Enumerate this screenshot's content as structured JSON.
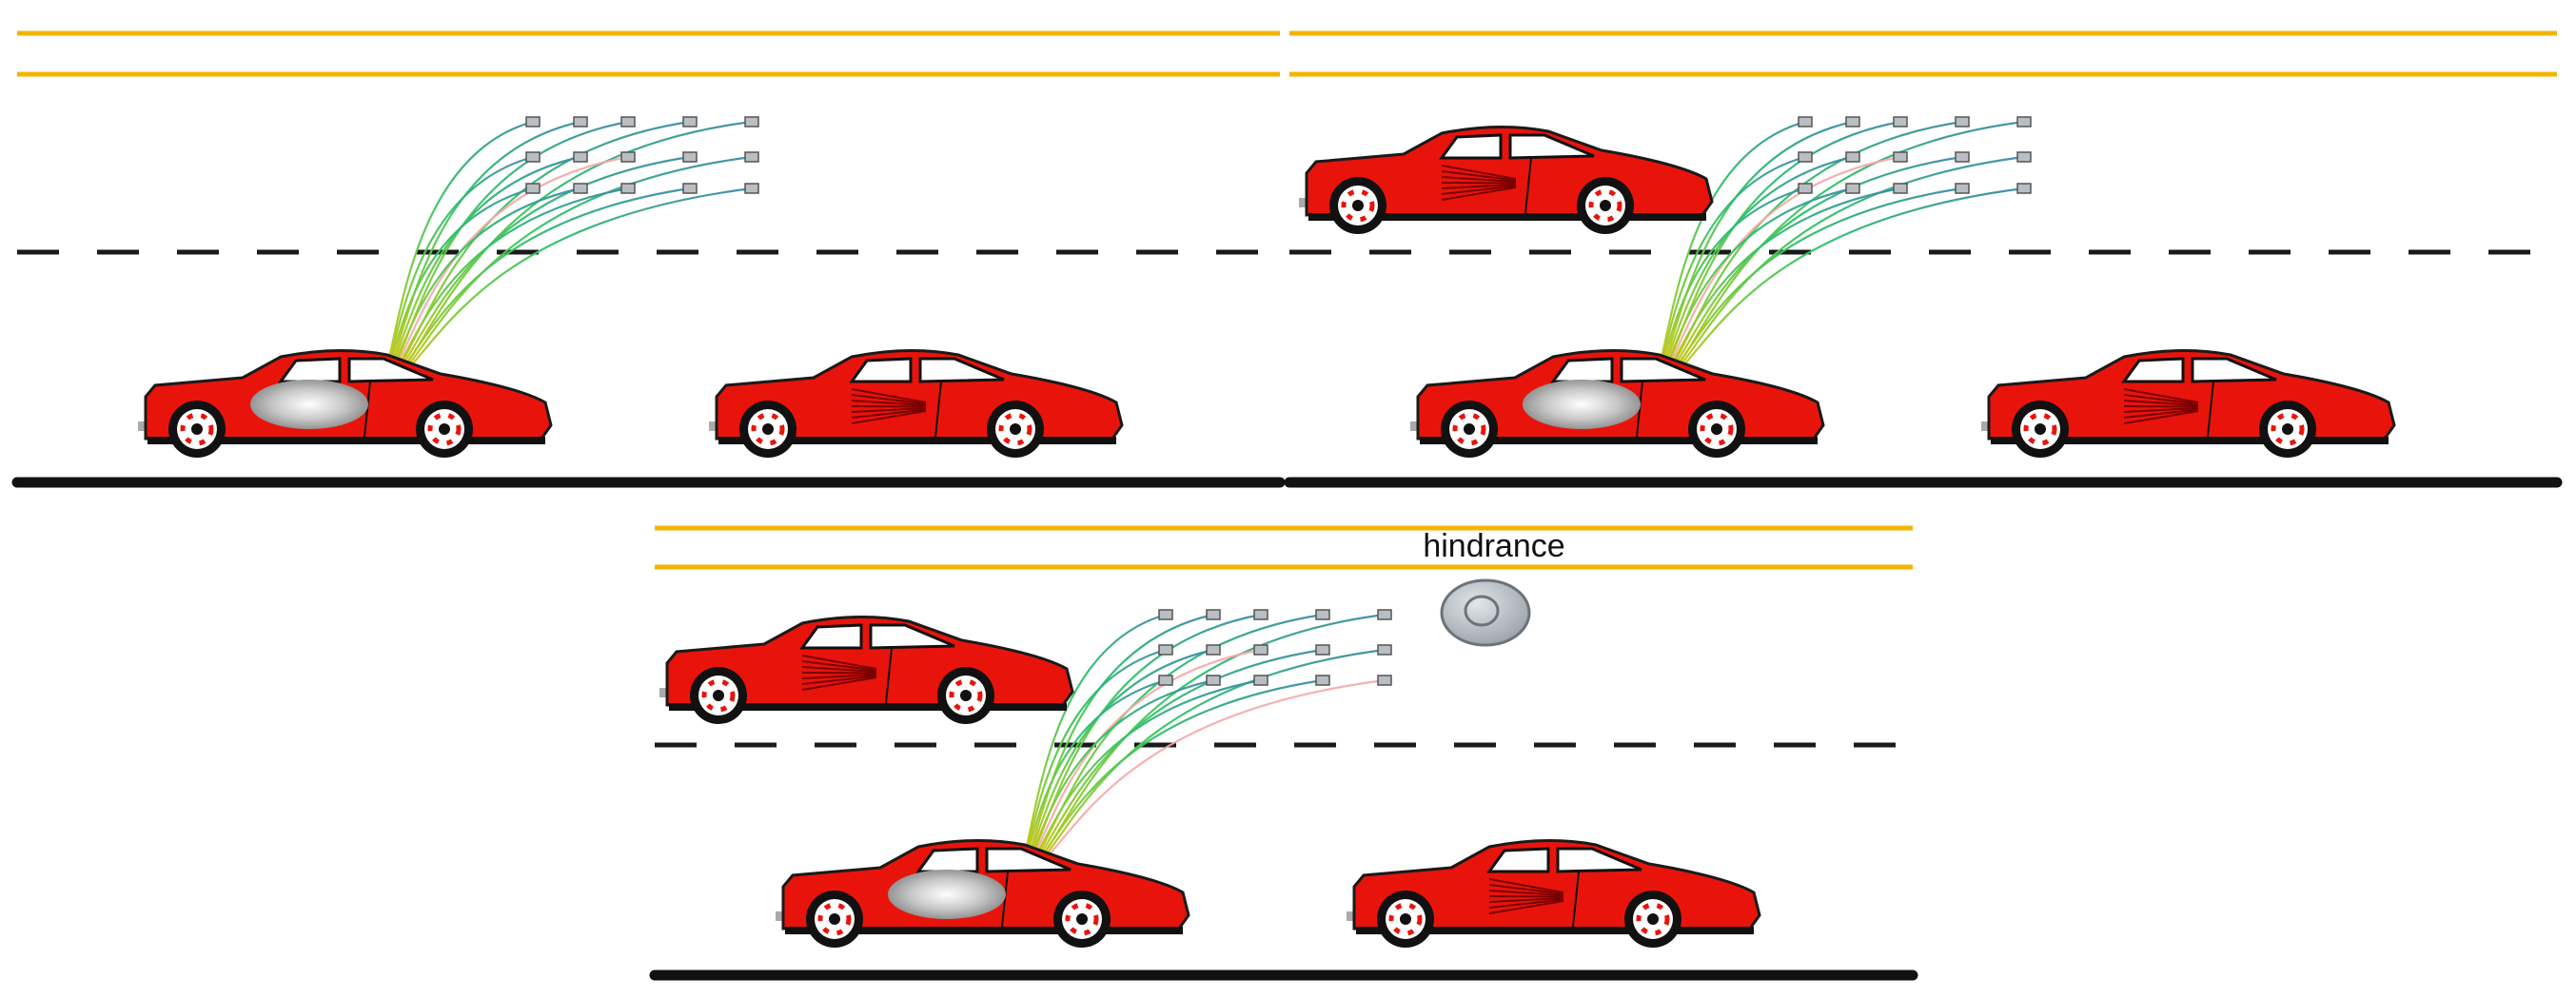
{
  "hindrance_label": "hindrance",
  "colors": {
    "road_edge_yellow": "#f5b400",
    "lane_dash": "#1a1a1a",
    "road_bottom": "#111111",
    "car_body": "#e8140c",
    "trajectory_start": "#f2c200",
    "trajectory_mid": "#2ec26a",
    "trajectory_end": "#3d8aa8",
    "rejected_trajectory": "#f4a9a9",
    "hindrance_fill": "#b6bcc2"
  },
  "icons": {
    "vehicle": "red-sports-car-icon",
    "target_point": "small-gray-square-icon",
    "hindrance": "gray-disc-icon",
    "ego_highlight": "gray-ellipse-highlight"
  },
  "panels": [
    {
      "name": "top-left-scenario",
      "ego_vehicle": 1,
      "other_vehicles": 1,
      "candidate_trajectories": 15,
      "rejected_trajectories": 1,
      "hindrance": false
    },
    {
      "name": "top-right-scenario",
      "ego_vehicle": 1,
      "other_vehicles": 2,
      "candidate_trajectories": 15,
      "rejected_trajectories": 1,
      "hindrance": false
    },
    {
      "name": "bottom-scenario",
      "ego_vehicle": 1,
      "other_vehicles": 2,
      "candidate_trajectories": 15,
      "rejected_trajectories": 2,
      "hindrance": true
    }
  ]
}
